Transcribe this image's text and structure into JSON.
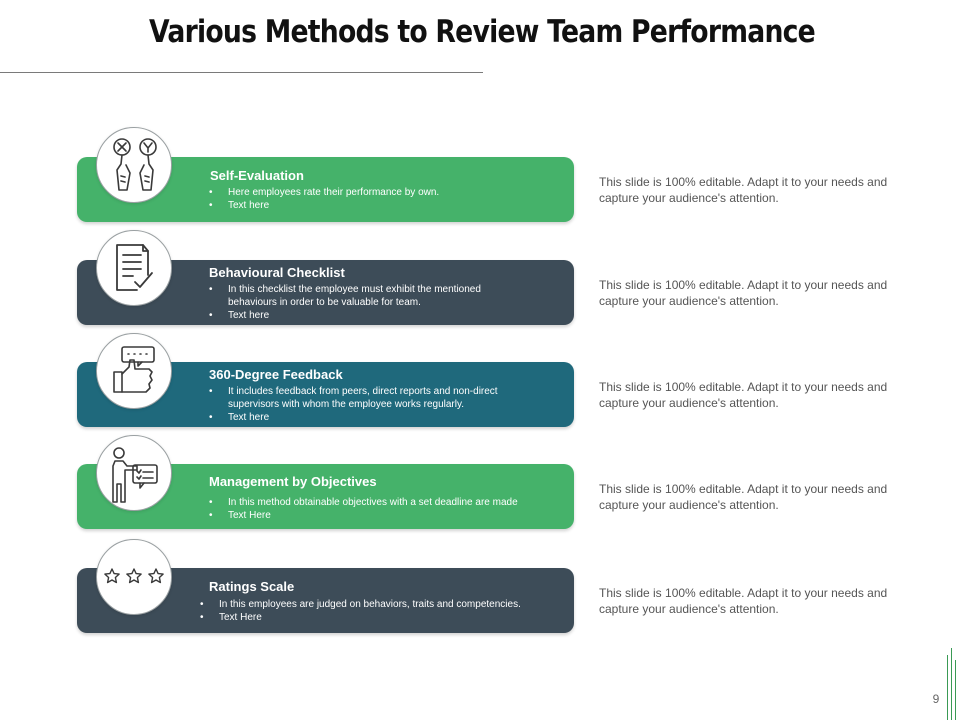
{
  "title": "Various Methods to Review Team Performance",
  "colors": {
    "green": "#45b26a",
    "slate": "#3d4c58",
    "teal": "#1f697c"
  },
  "methods": [
    {
      "title": "Self-Evaluation",
      "icon": "thumbs-up-down-icon",
      "bullets": [
        "Here employees rate their performance by own.",
        "Text here"
      ],
      "description": "This slide is 100% editable. Adapt it to your needs and capture your audience's attention."
    },
    {
      "title": "Behavioural Checklist",
      "icon": "checklist-icon",
      "bullets": [
        "In this checklist the employee must exhibit the mentioned behaviours in order to be valuable for team.",
        "Text here"
      ],
      "description": "This slide is 100% editable. Adapt it to your needs and capture your audience's attention."
    },
    {
      "title": "360-Degree Feedback",
      "icon": "feedback-thumbs-up-icon",
      "bullets": [
        "It includes feedback from peers, direct reports and non-direct supervisors with whom the employee works regularly.",
        "Text here"
      ],
      "description": "This slide is 100% editable. Adapt it to your needs and capture your audience's attention."
    },
    {
      "title": "Management by Objectives",
      "icon": "presenter-checklist-icon",
      "bullets": [
        "In this method obtainable objectives with a set deadline are made",
        "Text Here"
      ],
      "description": "This slide is 100% editable. Adapt it to your needs and capture your audience's attention."
    },
    {
      "title": "Ratings Scale",
      "icon": "three-stars-icon",
      "bullets": [
        "In this employees are judged on behaviors, traits and competencies.",
        "Text Here"
      ],
      "description": "This slide is 100% editable. Adapt it to your needs and capture your audience's attention."
    }
  ],
  "page_number": "9"
}
